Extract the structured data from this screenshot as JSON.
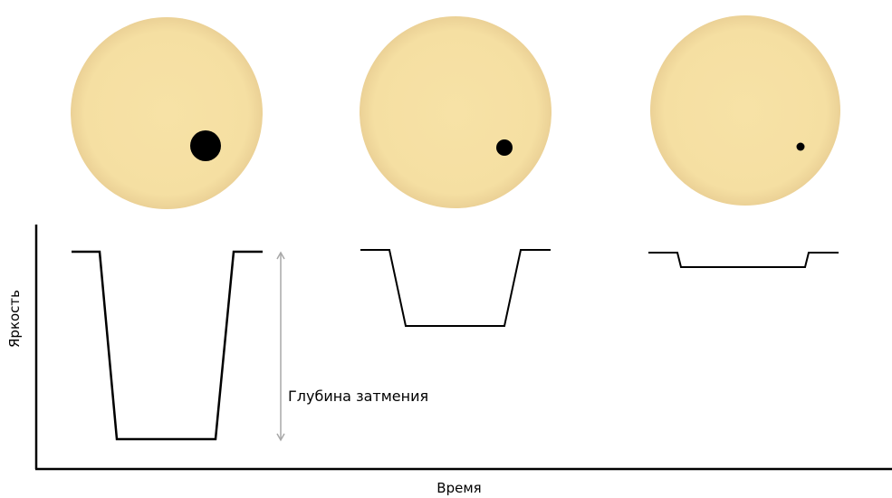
{
  "labels": {
    "y_axis": "Яркость",
    "x_axis": "Время",
    "depth": "Глубина затмения"
  },
  "colors": {
    "star": "#F7E2A6",
    "star_edge": "#EED59A",
    "planet": "#000000",
    "curve": "#000000",
    "depth_marker": "#A8A8A8"
  },
  "panels": [
    {
      "star": "star-large-planet",
      "planet_size": "large",
      "curve": "deep-transit-curve"
    },
    {
      "star": "star-medium-planet",
      "planet_size": "medium",
      "curve": "medium-transit-curve"
    },
    {
      "star": "star-small-planet",
      "planet_size": "small",
      "curve": "shallow-transit-curve"
    }
  ]
}
